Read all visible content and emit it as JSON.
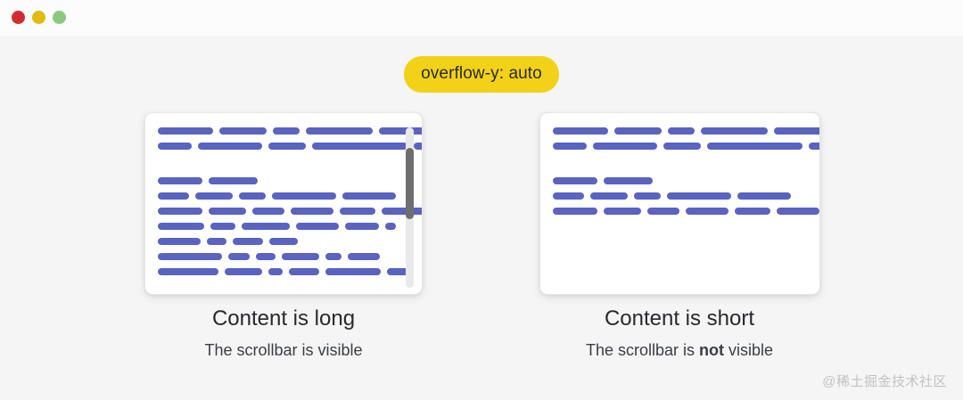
{
  "window": {
    "titlebar": {
      "buttons": [
        {
          "name": "close",
          "color": "#d12d31"
        },
        {
          "name": "minimize",
          "color": "#e0bc12"
        },
        {
          "name": "maximize",
          "color": "#8dc87f"
        }
      ]
    },
    "background_color": "#f5f5f5"
  },
  "badge": {
    "label": "overflow-y: auto",
    "background_color": "#f2d119",
    "text_color": "#2b2b2b"
  },
  "cards": [
    {
      "id": "long",
      "scrollbar_visible": true,
      "scrollbar": {
        "track_color": "#e9e9e9",
        "thumb_color": "#6e6e6e",
        "thumb_position_percent": 13,
        "thumb_size_percent": 44
      },
      "line_color": "#5a63bf",
      "lines": [
        {
          "segments": [
            62,
            53,
            30,
            75,
            60,
            46,
            26
          ],
          "gap_after": false
        },
        {
          "segments": [
            38,
            72,
            42,
            107,
            80
          ],
          "gap_after": true
        },
        {
          "segments": [
            50,
            55
          ],
          "gap_after": false
        },
        {
          "segments": [
            35,
            42,
            30,
            72,
            60
          ],
          "gap_after": false
        },
        {
          "segments": [
            50,
            42,
            36,
            48,
            40,
            48
          ],
          "gap_after": false
        },
        {
          "segments": [
            52,
            28,
            54,
            48,
            38,
            12
          ],
          "gap_after": false
        },
        {
          "segments": [
            48,
            22,
            34,
            32
          ],
          "gap_after": false
        },
        {
          "segments": [
            72,
            24,
            22,
            42,
            18,
            36
          ],
          "gap_after": false
        },
        {
          "segments": [
            68,
            42,
            16,
            34,
            62,
            26
          ],
          "gap_after": false
        }
      ],
      "caption": {
        "title": "Content is long",
        "subtitle_prefix": "The scrollbar is ",
        "subtitle_emphasis": "",
        "subtitle_suffix": "visible"
      }
    },
    {
      "id": "short",
      "scrollbar_visible": false,
      "line_color": "#5a63bf",
      "lines": [
        {
          "segments": [
            62,
            53,
            30,
            75,
            60,
            46,
            26
          ],
          "gap_after": false
        },
        {
          "segments": [
            38,
            72,
            42,
            107,
            80
          ],
          "gap_after": true
        },
        {
          "segments": [
            50,
            55
          ],
          "gap_after": false
        },
        {
          "segments": [
            35,
            42,
            30,
            72,
            60
          ],
          "gap_after": false
        },
        {
          "segments": [
            50,
            42,
            36,
            48,
            40,
            48
          ],
          "gap_after": false
        }
      ],
      "caption": {
        "title": "Content is short",
        "subtitle_prefix": "The scrollbar is ",
        "subtitle_emphasis": "not",
        "subtitle_suffix": " visible"
      }
    }
  ],
  "watermark": {
    "text": "@稀土掘金技术社区"
  }
}
